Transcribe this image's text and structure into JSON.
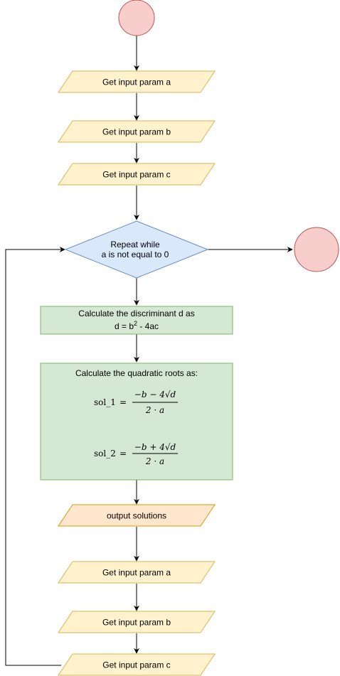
{
  "colors": {
    "terminal_fill": "#f8cecc",
    "terminal_stroke": "#b85450",
    "io_fill": "#fff2cc",
    "io_stroke": "#d6b656",
    "output_fill": "#ffe6cc",
    "output_stroke": "#d79b00",
    "decision_fill": "#dae8fc",
    "decision_stroke": "#6c8ebf",
    "process_fill": "#d5e8d4",
    "process_stroke": "#82b366",
    "edge": "#000000"
  },
  "nodes": {
    "input_a_1": "Get input param a",
    "input_b_1": "Get input param b",
    "input_c_1": "Get input param c",
    "decision_line1": "Repeat while",
    "decision_line2": "a is not equal to 0",
    "discriminant_line1": "Calculate the discriminant d as",
    "discriminant_prefix": "d = b",
    "discriminant_exp": "2",
    "discriminant_suffix": " - 4ac",
    "roots_title": "Calculate the quadratic roots as:",
    "sol1_name": "sol_1",
    "sol1_numerator": "−b − 4√d",
    "sol2_name": "sol_2",
    "sol2_numerator": "−b + 4√d",
    "denominator": "2 · a",
    "equals": "=",
    "output": "output solutions",
    "input_a_2": "Get input param a",
    "input_b_2": "Get input param b",
    "input_c_2": "Get input param c"
  }
}
